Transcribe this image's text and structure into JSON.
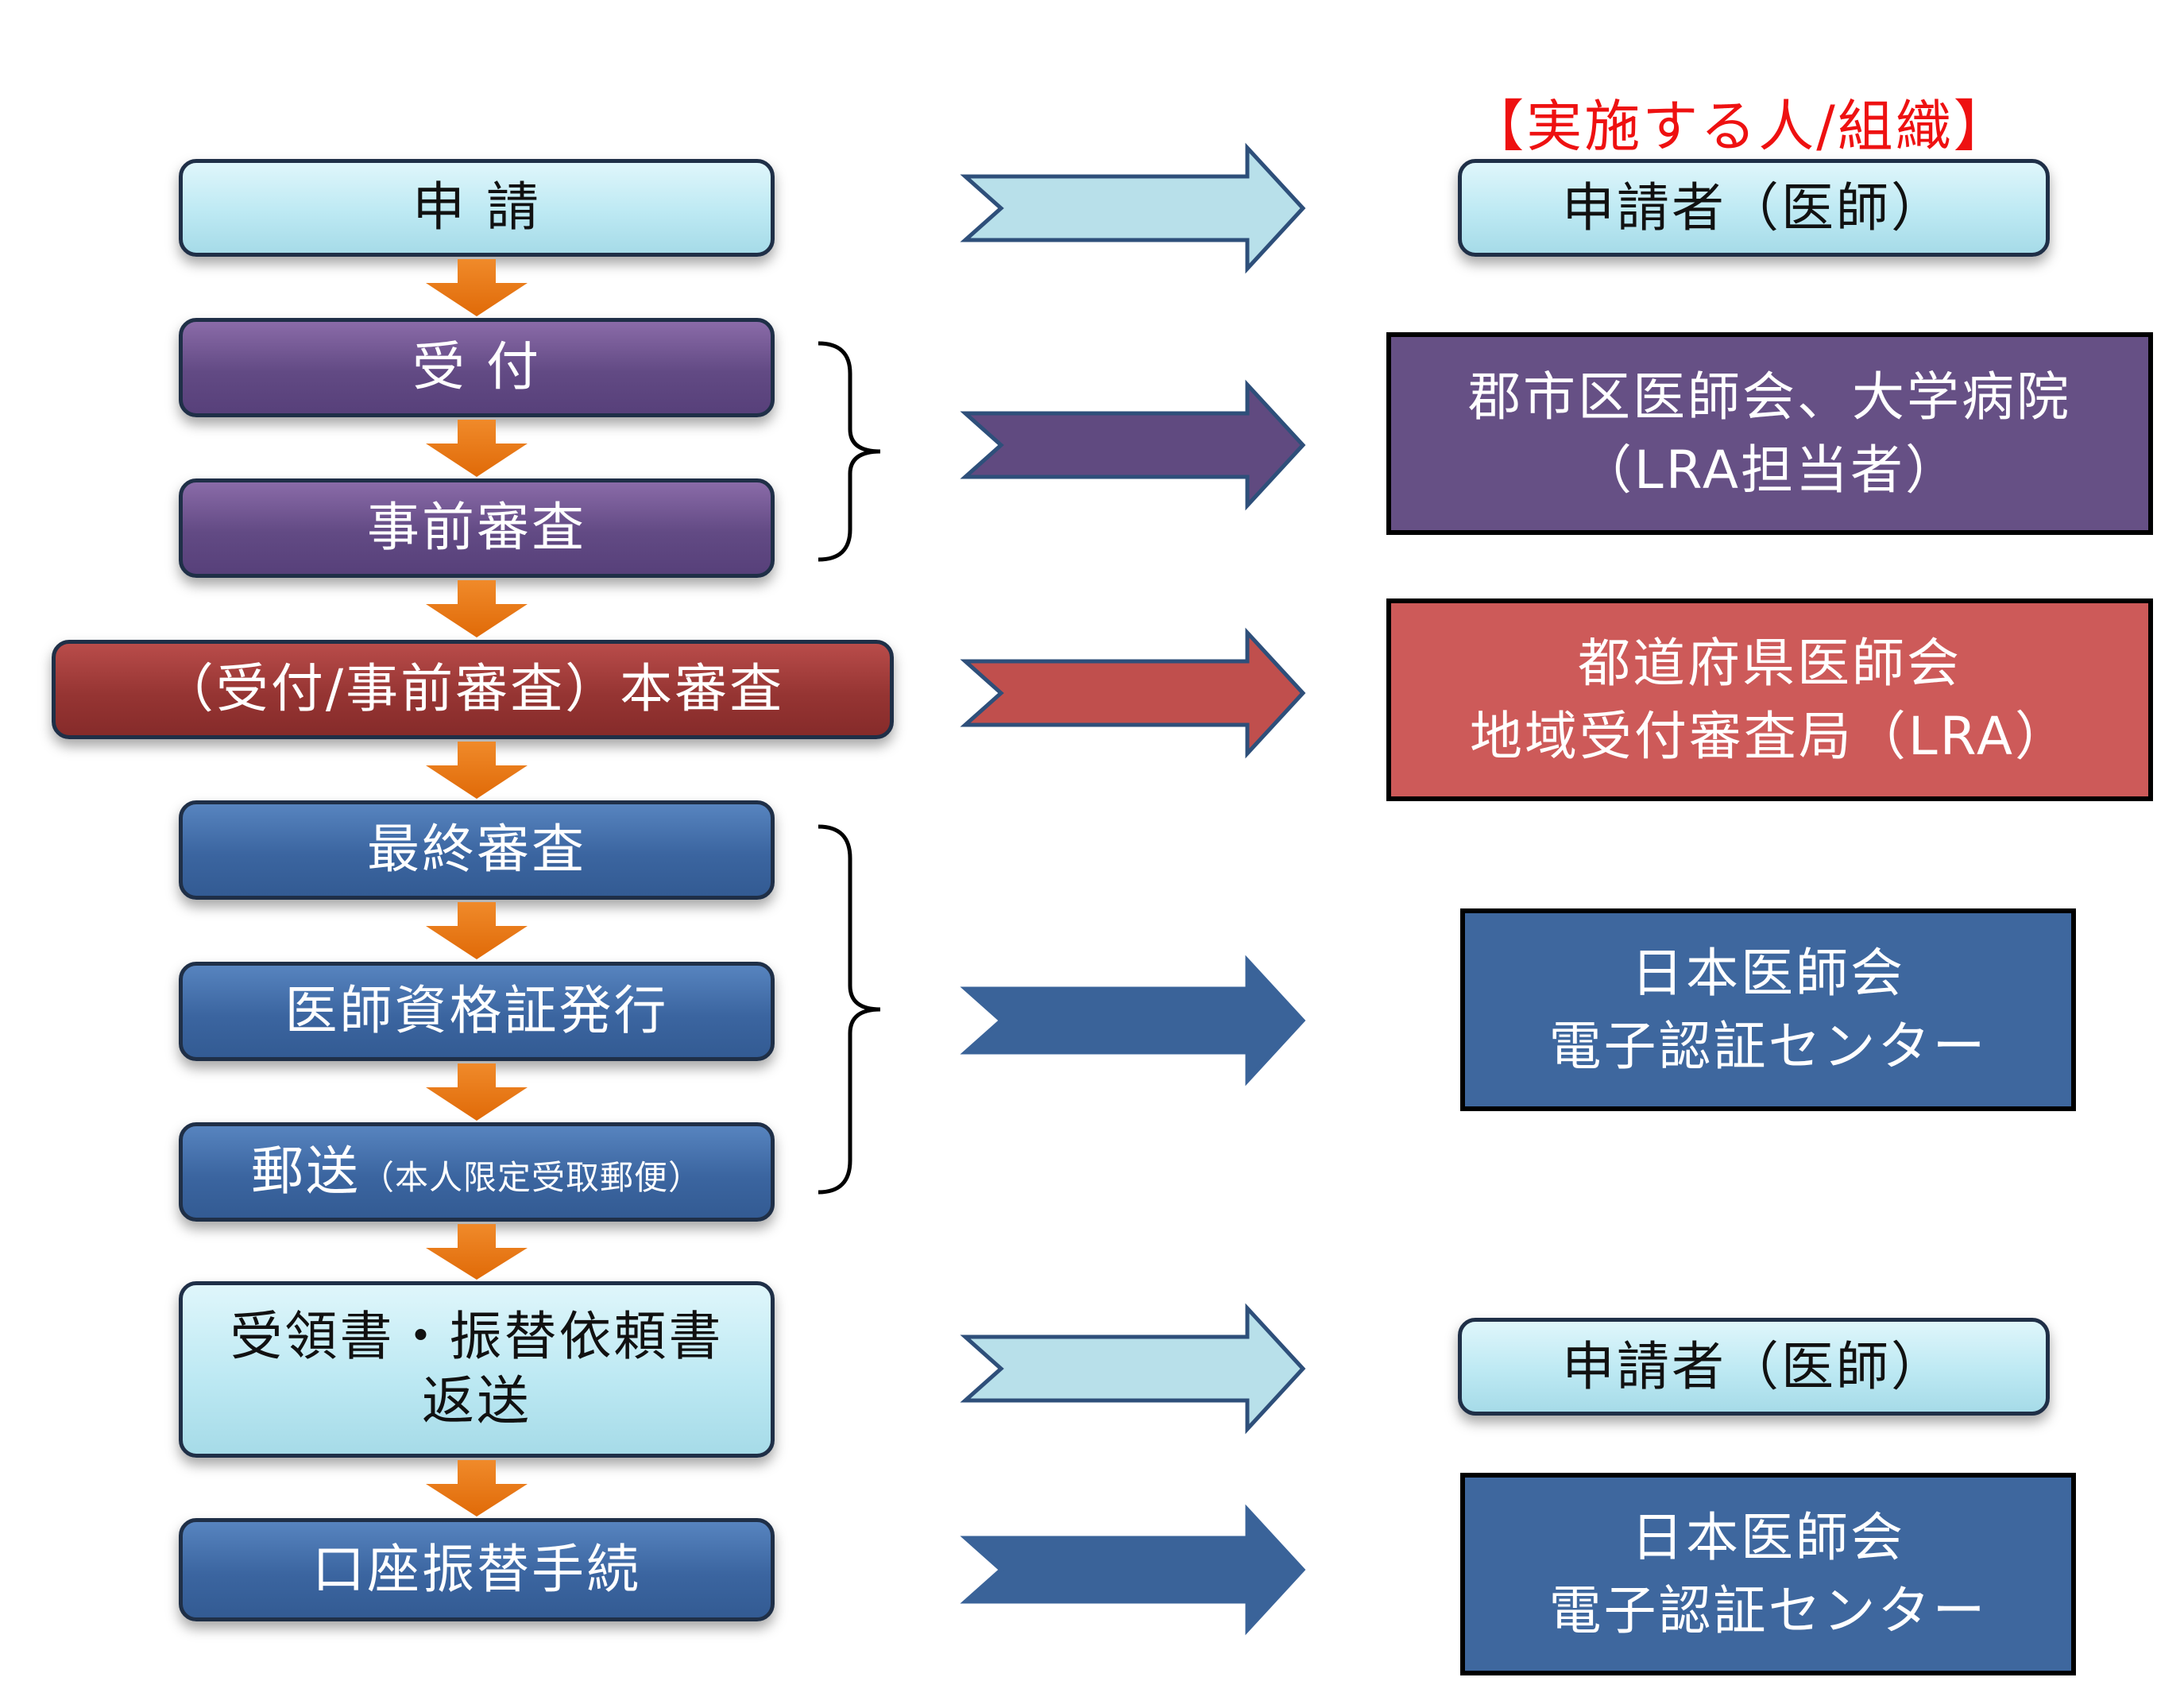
{
  "header": {
    "title": "【実施する人/組織】"
  },
  "steps": [
    {
      "label": "申 請"
    },
    {
      "label": "受 付"
    },
    {
      "label": "事前審査"
    },
    {
      "label": "（受付/事前審査）本審査"
    },
    {
      "label": "最終審査"
    },
    {
      "label": "医師資格証発行"
    },
    {
      "label": "郵送",
      "note": "（本人限定受取郵便）"
    },
    {
      "line1": "受領書・振替依頼書",
      "line2": "返送"
    },
    {
      "label": "口座振替手続"
    }
  ],
  "actors": [
    {
      "label": "申請者（医師）"
    },
    {
      "line1": "郡市区医師会、大学病院",
      "line2": "（LRA担当者）"
    },
    {
      "line1": "都道府県医師会",
      "line2": "地域受付審査局（LRA）"
    },
    {
      "line1": "日本医師会",
      "line2": "電子認証センター"
    },
    {
      "label": "申請者（医師）"
    },
    {
      "line1": "日本医師会",
      "line2": "電子認証センター"
    }
  ],
  "colors": {
    "light": "#bde9f3",
    "purple": "#624a84",
    "red": "#963533",
    "blue": "#3b65a0",
    "header_red": "#ee1111",
    "down_arrow": "#e8720c"
  }
}
